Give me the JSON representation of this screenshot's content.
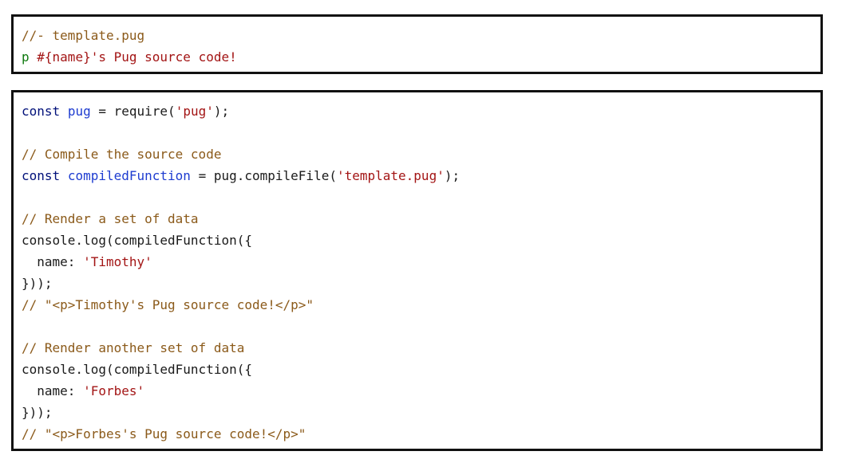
{
  "colors": {
    "comment": "#8b5a1a",
    "keyword": "#00107a",
    "variable": "#1e3cd0",
    "string": "#a31515",
    "tag": "#0f7a0f",
    "plain": "#1a1a1a",
    "border": "#111111"
  },
  "blocks": [
    {
      "id": "pug",
      "lines": [
        [
          {
            "t": "c",
            "v": "//- template.pug"
          }
        ],
        [
          {
            "t": "g",
            "v": "p"
          },
          {
            "t": "s",
            "v": " #{name}'s Pug source code!"
          }
        ]
      ]
    },
    {
      "id": "js",
      "lines": [
        [
          {
            "t": "k",
            "v": "const"
          },
          {
            "t": "p",
            "v": " "
          },
          {
            "t": "n",
            "v": "pug"
          },
          {
            "t": "p",
            "v": " = require("
          },
          {
            "t": "s",
            "v": "'pug'"
          },
          {
            "t": "p",
            "v": ");"
          }
        ],
        [],
        [
          {
            "t": "c",
            "v": "// Compile the source code"
          }
        ],
        [
          {
            "t": "k",
            "v": "const"
          },
          {
            "t": "p",
            "v": " "
          },
          {
            "t": "n",
            "v": "compiledFunction"
          },
          {
            "t": "p",
            "v": " = pug.compileFile("
          },
          {
            "t": "s",
            "v": "'template.pug'"
          },
          {
            "t": "p",
            "v": ");"
          }
        ],
        [],
        [
          {
            "t": "c",
            "v": "// Render a set of data"
          }
        ],
        [
          {
            "t": "p",
            "v": "console.log(compiledFunction({"
          }
        ],
        [
          {
            "t": "p",
            "v": "  name: "
          },
          {
            "t": "s",
            "v": "'Timothy'"
          }
        ],
        [
          {
            "t": "p",
            "v": "}));"
          }
        ],
        [
          {
            "t": "c",
            "v": "// \"<p>Timothy's Pug source code!</p>\""
          }
        ],
        [],
        [
          {
            "t": "c",
            "v": "// Render another set of data"
          }
        ],
        [
          {
            "t": "p",
            "v": "console.log(compiledFunction({"
          }
        ],
        [
          {
            "t": "p",
            "v": "  name: "
          },
          {
            "t": "s",
            "v": "'Forbes'"
          }
        ],
        [
          {
            "t": "p",
            "v": "}));"
          }
        ],
        [
          {
            "t": "c",
            "v": "// \"<p>Forbes's Pug source code!</p>\""
          }
        ]
      ]
    }
  ]
}
